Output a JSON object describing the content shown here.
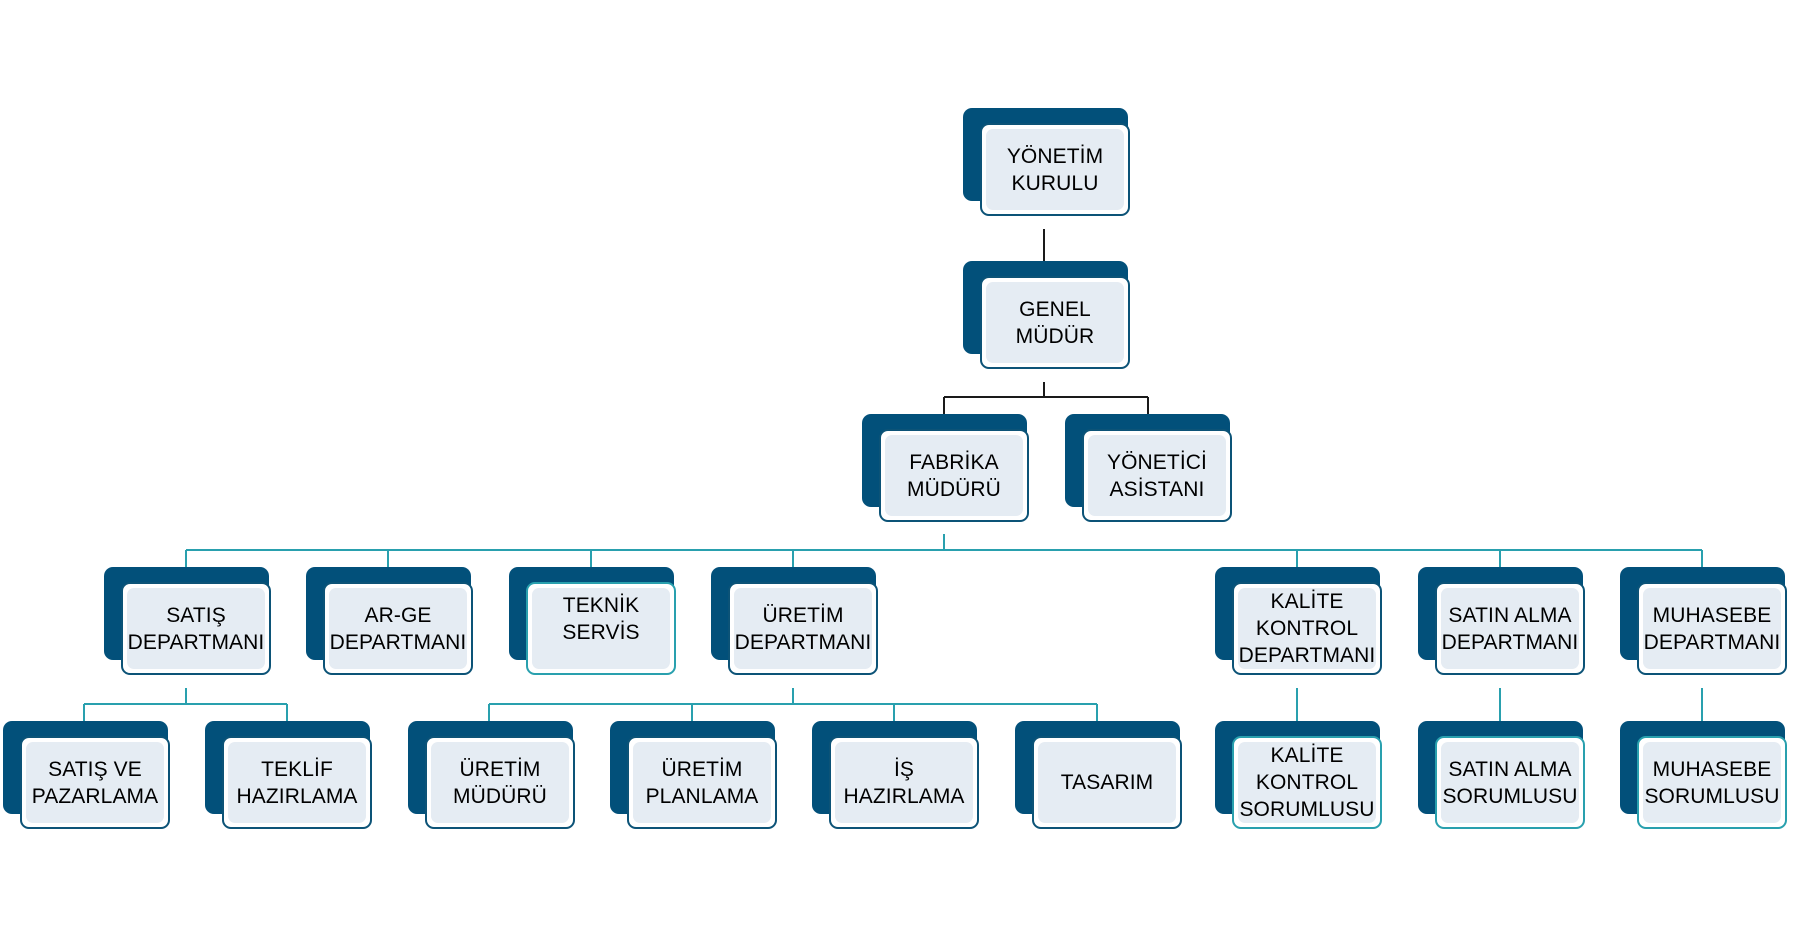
{
  "colors": {
    "box_back": "#02507A",
    "box_border": "#0C5377",
    "box_border_teal": "#29A0AE",
    "box_fill": "#E5ECF3",
    "connector_dark": "#1A1A1A",
    "connector_teal": "#29A0AE"
  },
  "org_chart": {
    "board": {
      "label": "YÖNETİM\nKURULU"
    },
    "general_manager": {
      "label": "GENEL\nMÜDÜR"
    },
    "factory_manager": {
      "label": "FABRİKA\nMÜDÜRÜ"
    },
    "executive_assistant": {
      "label": "YÖNETİCİ\nASİSTANI"
    },
    "departments": [
      {
        "label": "SATIŞ\nDEPARTMANI"
      },
      {
        "label": "AR-GE\nDEPARTMANI"
      },
      {
        "label": "TEKNİK\nSERVİS"
      },
      {
        "label": "ÜRETİM\nDEPARTMANI"
      },
      {
        "label": "KALİTE\nKONTROL\nDEPARTMANI"
      },
      {
        "label": "SATIN ALMA\nDEPARTMANI"
      },
      {
        "label": "MUHASEBE\nDEPARTMANI"
      }
    ],
    "units": [
      {
        "label": "SATIŞ VE\nPAZARLAMA"
      },
      {
        "label": "TEKLİF\nHAZIRLAMA"
      },
      {
        "label": "ÜRETİM\nMÜDÜRÜ"
      },
      {
        "label": "ÜRETİM\nPLANLAMA"
      },
      {
        "label": "İŞ\nHAZIRLAMA"
      },
      {
        "label": "TASARIM"
      },
      {
        "label": "KALİTE\nKONTROL\nSORUMLUSU"
      },
      {
        "label": "SATIN ALMA\nSORUMLUSU"
      },
      {
        "label": "MUHASEBE\nSORUMLUSU"
      }
    ]
  }
}
